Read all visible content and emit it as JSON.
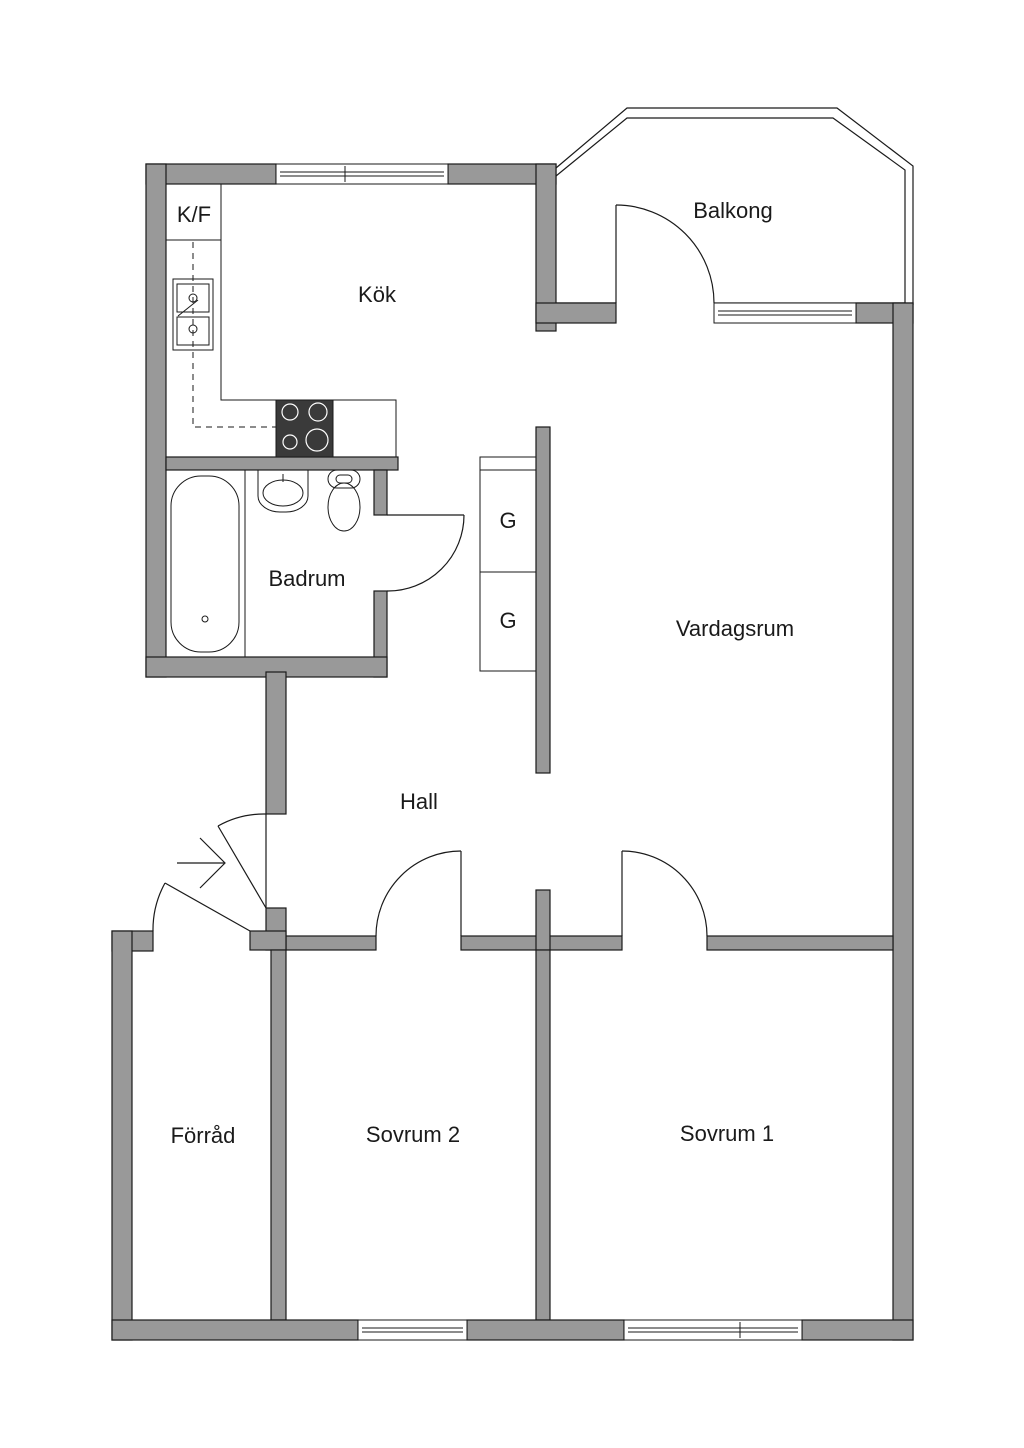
{
  "rooms": {
    "kitchen": "Kök",
    "balcony": "Balkong",
    "bathroom": "Badrum",
    "living_room": "Vardagsrum",
    "hall": "Hall",
    "storage": "Förråd",
    "bedroom_2": "Sovrum 2",
    "bedroom_1": "Sovrum 1"
  },
  "fixtures": {
    "fridge_freezer": "K/F",
    "wardrobe_1": "G",
    "wardrobe_2": "G"
  },
  "colors": {
    "wall_fill": "#999999",
    "line": "#1a1a1a",
    "background": "#ffffff"
  }
}
